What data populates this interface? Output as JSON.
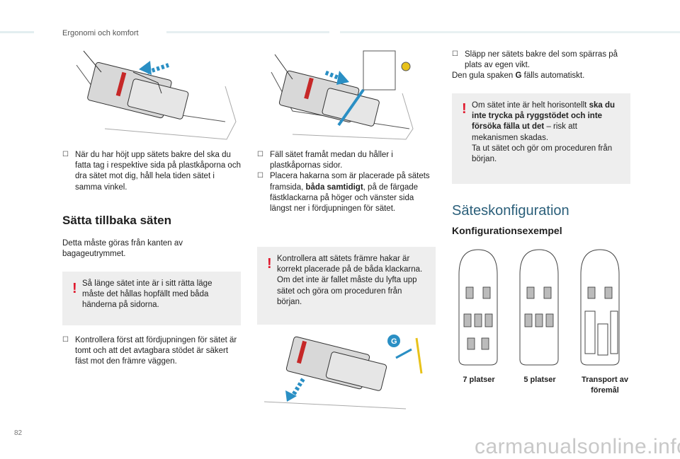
{
  "header": {
    "section": "Ergonomi och komfort"
  },
  "col1": {
    "step1": "När du har höjt upp sätets bakre del ska du fatta tag i respektive sida på plastkåporna och dra sätet mot dig, håll hela tiden sätet i samma vinkel.",
    "heading": "Sätta tillbaka säten",
    "intro": "Detta måste göras från kanten av bagageutrymmet.",
    "warning": "Så länge sätet inte är i sitt rätta läge måste det hållas hopfällt med båda händerna på sidorna.",
    "step2": "Kontrollera först att fördjupningen för sätet är tomt och att det avtagbara stödet är säkert fäst mot den främre väggen."
  },
  "col2": {
    "step1": "Fäll sätet framåt medan du håller i plastkåpornas sidor.",
    "step2_a": "Placera hakarna som är placerade på sätets framsida, ",
    "step2_b": "båda samtidigt",
    "step2_c": ", på de färgade fästklackarna på höger och vänster sida längst ner i fördjupningen för sätet.",
    "warning": "Kontrollera att sätets främre hakar är korrekt placerade på de båda klackarna. Om det inte är fallet måste du lyfta upp sätet och göra om proceduren från början.",
    "g_label": "G"
  },
  "col3": {
    "step1": "Släpp ner sätets bakre del som spärras på plats av egen vikt.",
    "line2_a": "Den gula spaken ",
    "line2_b": "G",
    "line2_c": " fälls automatiskt.",
    "warning_a": "Om sätet inte är helt horisontellt ",
    "warning_b": "ska du inte trycka på ryggstödet och inte försöka fälla ut det",
    "warning_c": " – risk att mekanismen skadas.",
    "warning_d": "Ta ut sätet och gör om proceduren från början.",
    "heading": "Säteskonfiguration",
    "subheading": "Konfigurationsexempel",
    "configs": [
      {
        "label": "7 platser"
      },
      {
        "label": "5 platser"
      },
      {
        "label": "Transport av föremål"
      }
    ]
  },
  "footer": {
    "page_number": "82",
    "watermark": "carmanualsonline.info"
  },
  "icons": {
    "bullet": "check-box-icon",
    "warning": "exclamation-icon"
  },
  "colors": {
    "warning_mark": "#e0182d",
    "heading_blue": "#2b5f7a",
    "warning_bg": "#eeeeee",
    "accent_arrow": "#2a8fc4",
    "lever_yellow": "#e8c21a"
  }
}
